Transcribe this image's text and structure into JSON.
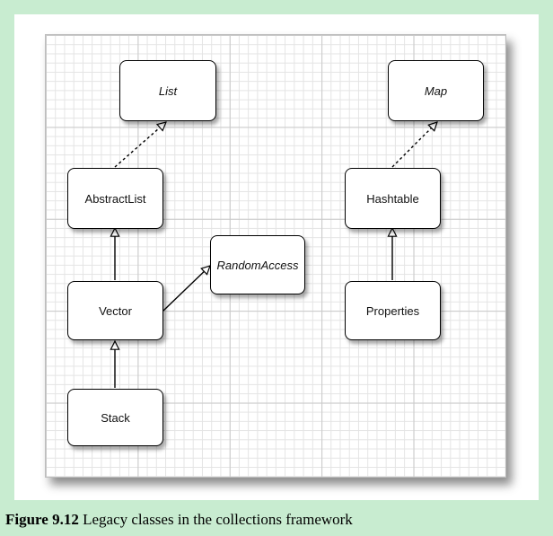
{
  "caption": {
    "label": "Figure 9.12",
    "text": "Legacy classes in the collections framework"
  },
  "nodes": {
    "list": "List",
    "abstract_list": "AbstractList",
    "vector": "Vector",
    "stack": "Stack",
    "random_access": "RandomAccess",
    "map": "Map",
    "hashtable": "Hashtable",
    "properties": "Properties"
  },
  "relations": [
    {
      "from": "AbstractList",
      "to": "List",
      "kind": "implements"
    },
    {
      "from": "Vector",
      "to": "AbstractList",
      "kind": "extends"
    },
    {
      "from": "Vector",
      "to": "RandomAccess",
      "kind": "implements"
    },
    {
      "from": "Stack",
      "to": "Vector",
      "kind": "extends"
    },
    {
      "from": "Hashtable",
      "to": "Map",
      "kind": "implements"
    },
    {
      "from": "Properties",
      "to": "Hashtable",
      "kind": "extends"
    }
  ]
}
